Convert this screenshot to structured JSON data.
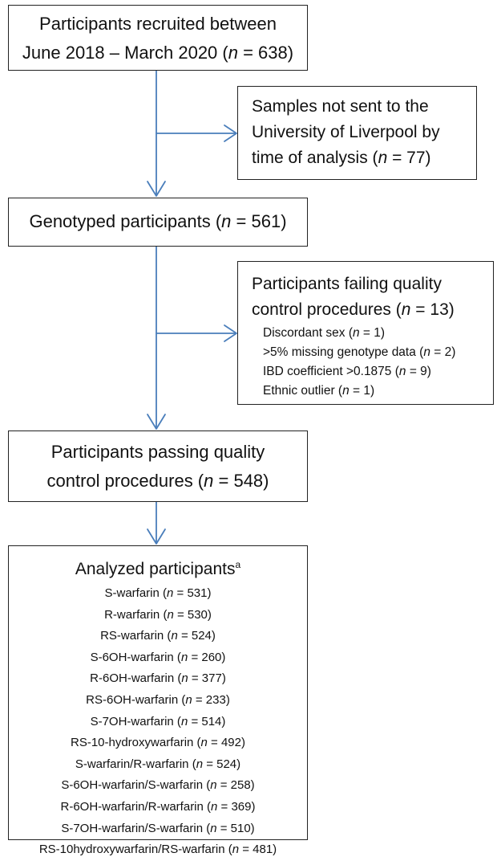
{
  "recruited": {
    "line1": "Participants recruited between",
    "line2_pre": "June 2018 – March 2020 (",
    "n_symbol": "n",
    "line2_post": " = 638)"
  },
  "not_sent": {
    "line1": "Samples not sent to the",
    "line2": "University of Liverpool by",
    "line3_pre": "time of analysis (",
    "n_symbol": "n",
    "line3_post": " = 77)"
  },
  "genotyped": {
    "pre": "Genotyped participants (",
    "n_symbol": "n",
    "post": " = 561)"
  },
  "failing_qc": {
    "line1": "Participants failing quality",
    "line2_pre": "control procedures (",
    "n_symbol": "n",
    "line2_post": " = 13)",
    "items": [
      {
        "pre": "Discordant sex (",
        "n": "n",
        "post": " = 1)"
      },
      {
        "pre": ">5% missing genotype data (",
        "n": "n",
        "post": " = 2)"
      },
      {
        "pre": "IBD coefficient >0.1875 (",
        "n": "n",
        "post": " = 9)"
      },
      {
        "pre": "Ethnic outlier (",
        "n": "n",
        "post": " = 1)"
      }
    ]
  },
  "passing_qc": {
    "line1": "Participants passing quality",
    "line2_pre": "control procedures (",
    "n_symbol": "n",
    "line2_post": " = 548)"
  },
  "analyzed": {
    "title": "Analyzed participants",
    "title_sup": "a",
    "items": [
      {
        "pre": "S-warfarin (",
        "n": "n",
        "post": " = 531)"
      },
      {
        "pre": "R-warfarin (",
        "n": "n",
        "post": " = 530)"
      },
      {
        "pre": "RS-warfarin (",
        "n": "n",
        "post": " = 524)"
      },
      {
        "pre": "S-6OH-warfarin (",
        "n": "n",
        "post": " = 260)"
      },
      {
        "pre": "R-6OH-warfarin (",
        "n": "n",
        "post": " = 377)"
      },
      {
        "pre": "RS-6OH-warfarin (",
        "n": "n",
        "post": " = 233)"
      },
      {
        "pre": "S-7OH-warfarin (",
        "n": "n",
        "post": " = 514)"
      },
      {
        "pre": "RS-10-hydroxywarfarin (",
        "n": "n",
        "post": " = 492)"
      },
      {
        "pre": "S-warfarin/R-warfarin (",
        "n": "n",
        "post": " = 524)"
      },
      {
        "pre": "S-6OH-warfarin/S-warfarin (",
        "n": "n",
        "post": " = 258)"
      },
      {
        "pre": "R-6OH-warfarin/R-warfarin (",
        "n": "n",
        "post": " = 369)"
      },
      {
        "pre": "S-7OH-warfarin/S-warfarin (",
        "n": "n",
        "post": " = 510)"
      },
      {
        "pre": "RS-10hydroxywarfarin/RS-warfarin (",
        "n": "n",
        "post": " = 481)"
      }
    ]
  },
  "colors": {
    "arrow": "#4a7ebb",
    "box_border": "#222222"
  }
}
